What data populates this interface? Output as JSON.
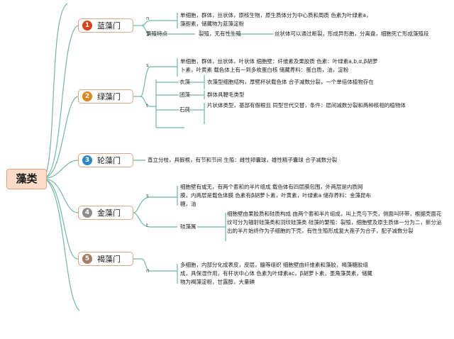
{
  "root": {
    "label": "藻类"
  },
  "branches": [
    {
      "num": "1",
      "name": "蓝藻门",
      "color": "#d8431c"
    },
    {
      "num": "2",
      "name": "绿藻门",
      "color": "#e0861e"
    },
    {
      "num": "3",
      "name": "轮藻门",
      "color": "#2a86c5"
    },
    {
      "num": "4",
      "name": "金藻门",
      "color": "#8c8c8c"
    },
    {
      "num": "5",
      "name": "褐藻门",
      "color": "#a47d64"
    }
  ],
  "b1": {
    "tag": "n",
    "desc": "单细胞，群体，丝状体，原核生物，原生质体分为中心质和周质 色素为叶绿素a，藻胆素，储藏物为蓝藻淀粉",
    "repro_label": "繁殖特点",
    "repro_mode": "裂殖，无有性生殖",
    "repro_desc": "丝状体可以通过断裂，形成异形胞，分离盘，细胞死亡形成藻殖段"
  },
  "b2": {
    "tag_s": "s",
    "tag_t": "t",
    "desc": "单细胞，群体，丝状体，叶状体 细胞壁：纤维素及果胶质 色素：叶绿素a,b,α,β胡萝卜素，叶黄素 载色体上有一到多枚蛋白核 储藏养料：蛋白质，油，淀粉",
    "subs": [
      {
        "name": "衣藻",
        "desc": "衣藻型细胞结构，厚壁杯状载色体 合子减数分裂，一个单倍体植物存在"
      },
      {
        "name": "团藻",
        "desc": "群体具鞭毛类型"
      },
      {
        "name": "石莼",
        "desc": "片状体类型，基部有假根且 同型世代交替，条件：层间减数分裂和两种核相的植物体"
      }
    ]
  },
  "b3": {
    "desc": "直立分枝，具假根，有节和节间 生殖：雌性卵囊球，雄性精子囊球 合子减数分裂"
  },
  "b4": {
    "tag_s": "s",
    "tag_t": "t",
    "desc": "细胞壁有或无，有两个套和的半片组成 载色体有四层膜包围，外两层是内质网膜，内两层是载色体膜 色素有β胡萝卜素，叶黄素，叶绿素a 储存养料：金藻昆布糖，油",
    "sub_name": "硅藻属",
    "sub_desc": "细胞壁由果胶质和硅质构成 由两个套和半片组成，叫上壳与下壳，侧面叫环带，根据壳面花纹可分为辐射硅藻类和羽纹硅藻类 硅藻的繁殖：裂殖，细胞壁及原生质体一分为二，新分泌出的半片始终作为子细胞的下壳，有性生殖形成复大孢子为合子，配子减数分裂"
  },
  "b5": {
    "tag": "n",
    "desc": "多细胞，内部分化成表皮，皮层，髓等组织 细胞壁由纤维素和藻胶，褐藻糖胶组成，具保湿作用，有杆状中心体 色素为叶绿素ac，β胡萝卜素，墨角藻黄素，储藏物为褐藻淀粉，甘露醇，大量碘"
  }
}
